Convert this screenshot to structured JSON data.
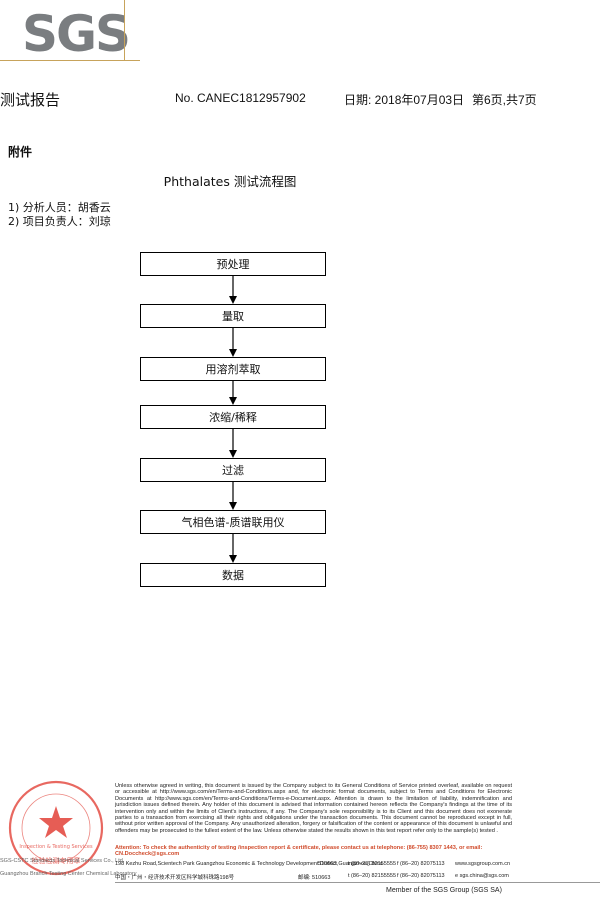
{
  "logo": {
    "text": "SGS"
  },
  "header": {
    "title": "测试报告",
    "report_no": "No. CANEC1812957902",
    "date": "日期: 2018年07月03日",
    "page": "第6页,共7页"
  },
  "annex": "附件",
  "flow_title": "Phthalates 测试流程图",
  "persons": {
    "analyst": "1)  分析人员：胡香云",
    "manager": "2)  项目负责人：刘琼"
  },
  "flow_steps": [
    "预处理",
    "量取",
    "用溶剂萃取",
    "浓缩/稀释",
    "过滤",
    "气相色谱-质谱联用仪",
    "数据"
  ],
  "footer": {
    "terms": "Unless otherwise agreed in writing, this document is issued by the Company subject to its General Conditions of Service printed overleaf, available on request or accessible at http://www.sgs.com/en/Terms-and-Conditions.aspx and, for electronic format documents, subject to Terms and Conditions for Electronic Documents at http://www.sgs.com/en/Terms-and-Conditions/Terms-e-Document.aspx. Attention is drawn to the limitation of liability, indemnification and jurisdiction issues defined therein. Any holder of this document is advised that information contained hereon reflects the Company's findings at the time of its intervention only and within the limits of Client's instructions, if any. The Company's sole responsibility is to its Client and this document does not exonerate parties to a transaction from exercising all their rights and obligations under the transaction documents. This document cannot be reproduced except in full, without prior written approval of the Company. Any unauthorized alteration, forgery or falsification of the content or appearance of this document is unlawful and offenders may be prosecuted to the fullest extent of the law. Unless otherwise stated the results shown in this test report refer only to the sample(s) tested .",
    "attention": "Attention: To check the authenticity of testing /inspection report & certificate, please contact us at telephone: (86-755) 8307 1443, or email: CN.Doccheck@sgs.com",
    "address_en": "198 Kezhu Road,Scientech Park Guangzhou Economic & Technology Development District,Guangzhou,China",
    "postcode_en": "510663",
    "tel_en": "t (86–20) 82155555",
    "fax_en": "f (86–20) 82075113",
    "web_en": "www.sgsgroup.com.cn",
    "address_cn": "中国・广州・经济技术开发区科学城科珠路198号",
    "postcode_cn": "邮编: 510663",
    "tel_cn": "t (86–20) 82155555",
    "fax_cn": "f (86–20) 82075113",
    "email_cn": "e sgs.china@sgs.com",
    "stamp_line1": "SGS-CSTC Standards Technical Services Co., Ltd.",
    "stamp_line2": "Guangzhou Branch Testing Center Chemical Laboratory",
    "member": "Member of the SGS Group (SGS SA)",
    "stamp_text": "检验检测专用章",
    "stamp_sub": "Inspection & Testing Services"
  },
  "colors": {
    "logo_grey": "#7a7d80",
    "logo_rule": "#c7a35b",
    "stamp_red": "#e0352b",
    "attention": "#d04a2a"
  }
}
